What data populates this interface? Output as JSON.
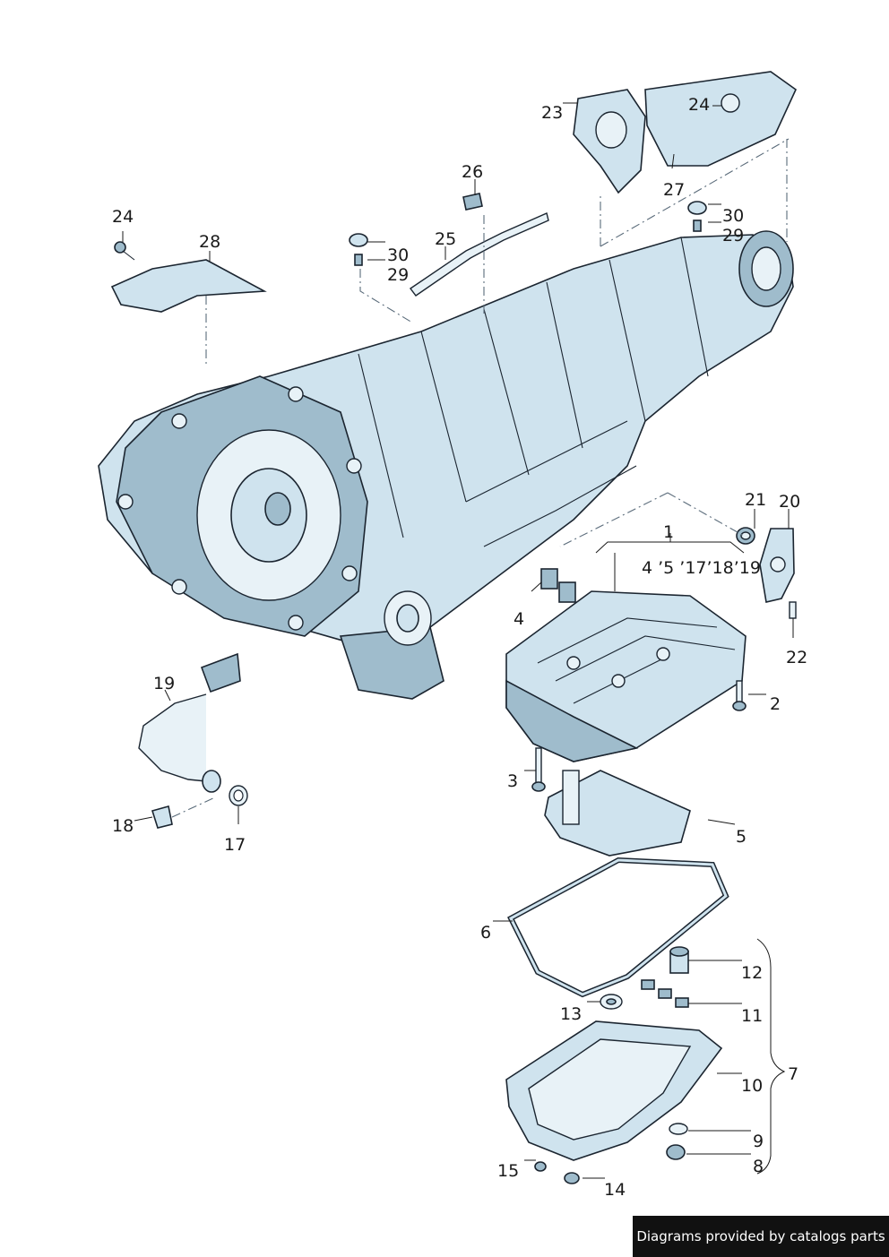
{
  "callouts": {
    "c1": "1",
    "c2": "2",
    "c3": "3",
    "c4": "4",
    "c4group": "4 ’5 ’17’18’19",
    "c5": "5",
    "c6": "6",
    "c7": "7",
    "c8": "8",
    "c9": "9",
    "c10": "10",
    "c11": "11",
    "c12": "12",
    "c13": "13",
    "c14": "14",
    "c15": "15",
    "c17": "17",
    "c18": "18",
    "c19": "19",
    "c20": "20",
    "c21": "21",
    "c22": "22",
    "c23": "23",
    "c24a": "24",
    "c24b": "24",
    "c25": "25",
    "c26": "26",
    "c27": "27",
    "c28": "28",
    "c29a": "29",
    "c29b": "29",
    "c30a": "30",
    "c30b": "30"
  },
  "footer": {
    "text": "Diagrams provided by catalogs parts"
  },
  "colors": {
    "part_fill": "#cfe3ee",
    "part_shade": "#9fbccc",
    "outline": "#1b2530",
    "footer_bg": "#111111"
  }
}
